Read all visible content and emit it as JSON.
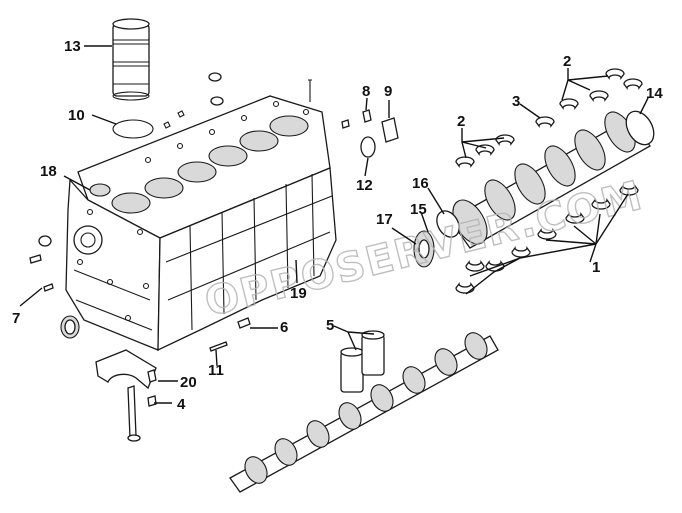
{
  "callouts": [
    {
      "id": "13",
      "label": "13"
    },
    {
      "id": "10",
      "label": "10"
    },
    {
      "id": "18",
      "label": "18"
    },
    {
      "id": "7",
      "label": "7"
    },
    {
      "id": "8",
      "label": "8"
    },
    {
      "id": "9",
      "label": "9"
    },
    {
      "id": "12",
      "label": "12"
    },
    {
      "id": "19",
      "label": "19"
    },
    {
      "id": "6",
      "label": "6"
    },
    {
      "id": "11",
      "label": "11"
    },
    {
      "id": "20",
      "label": "20"
    },
    {
      "id": "4",
      "label": "4"
    },
    {
      "id": "5",
      "label": "5"
    },
    {
      "id": "2a",
      "label": "2"
    },
    {
      "id": "2b",
      "label": "2"
    },
    {
      "id": "3",
      "label": "3"
    },
    {
      "id": "14",
      "label": "14"
    },
    {
      "id": "16",
      "label": "16"
    },
    {
      "id": "15",
      "label": "15"
    },
    {
      "id": "17",
      "label": "17"
    },
    {
      "id": "1",
      "label": "1"
    }
  ],
  "watermark": "OPPOSERVER.COM",
  "colors": {
    "line": "#1a1a1a",
    "shade": "#d9d9d9",
    "watermark": "#b5b5b5",
    "background": "#ffffff"
  }
}
